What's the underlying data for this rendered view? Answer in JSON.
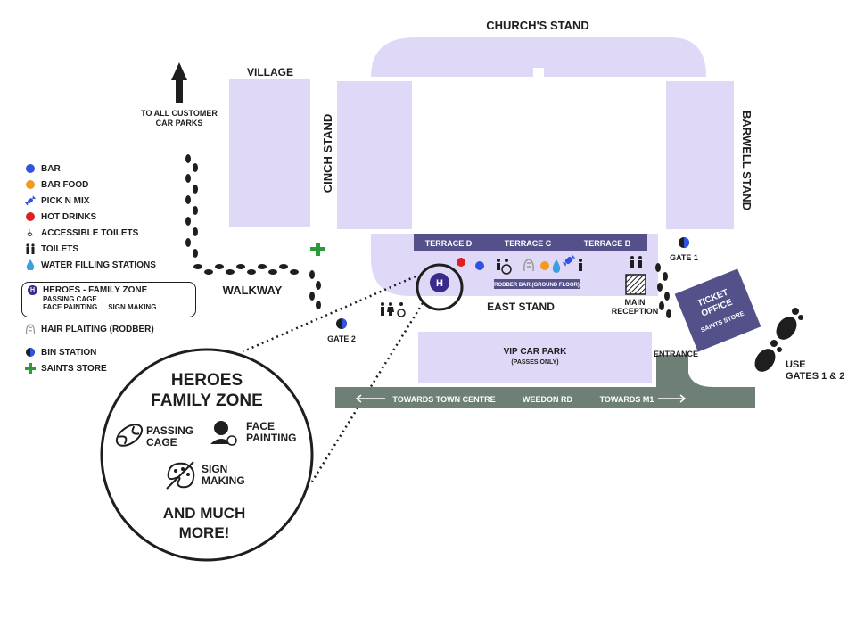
{
  "stands": {
    "church": "CHURCH'S STAND",
    "cinch": "CINCH STAND",
    "barwell": "BARWELL STAND",
    "east": "EAST STAND"
  },
  "terraces": [
    "TERRACE D",
    "TERRACE C",
    "TERRACE B"
  ],
  "rodber_bar": "RODBER BAR (GROUND FLOOR)",
  "places": {
    "village": "VILLAGE",
    "walkway": "WALKWAY",
    "gate1": "GATE 1",
    "gate2": "GATE 2",
    "main_reception_1": "MAIN",
    "main_reception_2": "RECEPTION",
    "ticket_office_1": "TICKET",
    "ticket_office_2": "OFFICE",
    "saints_store": "SAINTS STORE",
    "vip_car_park": "VIP CAR PARK",
    "vip_passes": "(PASSES ONLY)",
    "entrance": "ENTRANCE",
    "use_gates_1": "USE",
    "use_gates_2": "GATES 1 & 2",
    "car_parks_1": "TO ALL CUSTOMER",
    "car_parks_2": "CAR PARKS"
  },
  "road": {
    "town_centre": "TOWARDS TOWN CENTRE",
    "weedon": "WEEDON RD",
    "m1": "TOWARDS M1"
  },
  "legend": {
    "items": [
      {
        "label": "BAR",
        "icon": "blue-dot",
        "color": "#2f52e0"
      },
      {
        "label": "BAR FOOD",
        "icon": "orange-dot",
        "color": "#f39a1d"
      },
      {
        "label": "PICK N MIX",
        "icon": "candy-icon",
        "color": "#2f52e0"
      },
      {
        "label": "HOT DRINKS",
        "icon": "red-dot",
        "color": "#e02020"
      },
      {
        "label": "ACCESSIBLE TOILETS",
        "icon": "wheelchair-icon"
      },
      {
        "label": "TOILETS",
        "icon": "toilets-icon"
      },
      {
        "label": "WATER FILLING STATIONS",
        "icon": "water-drop-icon",
        "color": "#3aa0e0"
      }
    ],
    "heroes": {
      "title": "HEROES - FAMILY ZONE",
      "sub1": "PASSING CAGE",
      "sub2": "FACE PAINTING",
      "sub3": "SIGN MAKING",
      "badge": "H"
    },
    "extra": [
      {
        "label": "HAIR PLAITING (RODBER)",
        "icon": "hair-icon"
      },
      {
        "label": "BIN STATION",
        "icon": "bin-icon"
      },
      {
        "label": "SAINTS STORE",
        "icon": "cross-icon",
        "color": "#2a9a3a"
      }
    ]
  },
  "zone": {
    "badge": "H",
    "title1": "HEROES",
    "title2": "FAMILY ZONE",
    "passing1": "PASSING",
    "passing2": "CAGE",
    "face1": "FACE",
    "face2": "PAINTING",
    "sign1": "SIGN",
    "sign2": "MAKING",
    "more1": "AND MUCH",
    "more2": "MORE!"
  },
  "colors": {
    "stand": "#e0d8f7",
    "terrace_bar": "#54508a",
    "ticket_office": "#54508a",
    "road": "#6e8075",
    "heroes_badge": "#3a2a8a"
  }
}
